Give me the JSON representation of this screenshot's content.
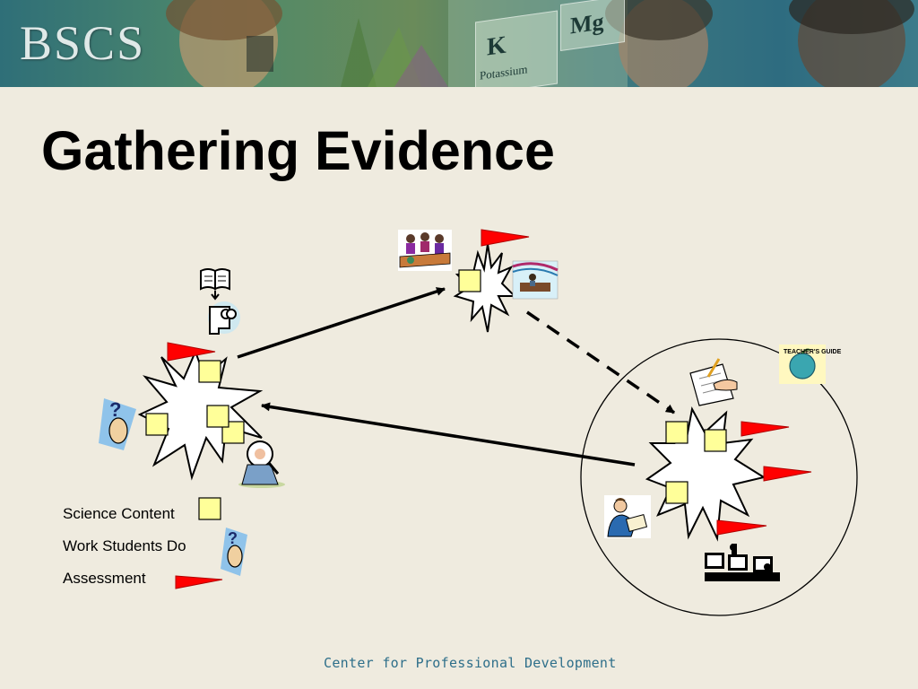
{
  "banner": {
    "logo_text": "BSCS",
    "tile_symbol": "K",
    "tile_name": "Potassium",
    "tile_symbol_2": "Mg"
  },
  "slide": {
    "title": "Gathering Evidence"
  },
  "legend": {
    "science_content": "Science Content",
    "work_students_do": "Work Students Do",
    "assessment": "Assessment"
  },
  "clipart": {
    "teachers_guide_label": "TEACHER'S GUIDE"
  },
  "colors": {
    "flag_red": "#ff0000",
    "sticky_yellow": "#ffff99",
    "footer_blue": "#2e6f8a"
  },
  "footer": {
    "text": "Center for Professional Development"
  }
}
